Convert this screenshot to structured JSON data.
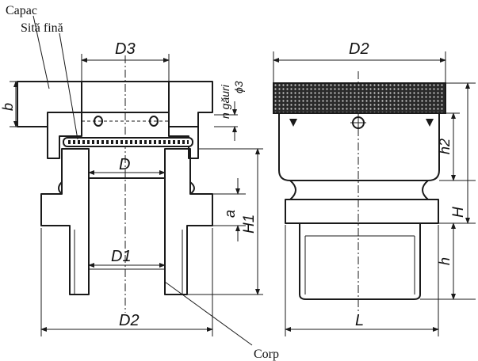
{
  "labels": {
    "capac": "Capac",
    "sita_fina": "Sită fină",
    "corp": "Corp"
  },
  "dimensions": {
    "d3": "D3",
    "d2_top": "D2",
    "d": "D",
    "d1": "D1",
    "d2_bottom": "D2",
    "l": "L",
    "b": "b",
    "a": "a",
    "h1_big": "H1",
    "h_big": "H",
    "h_small": "h",
    "h2": "h2",
    "holes": "n găuri",
    "hole_dia": "ϕ3"
  },
  "colors": {
    "ink": "#1a1a1a",
    "paper": "#ffffff"
  }
}
